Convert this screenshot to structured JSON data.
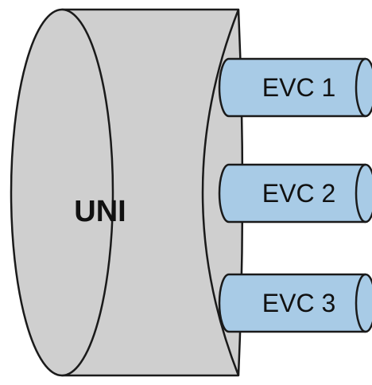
{
  "diagram": {
    "uni_label": "UNI",
    "evcs": [
      {
        "label": "EVC 1"
      },
      {
        "label": "EVC 2"
      },
      {
        "label": "EVC 3"
      }
    ]
  },
  "colors": {
    "uni_fill": "#cfcfcf",
    "evc_fill": "#a8cbe6",
    "stroke": "#1a1a1a",
    "background": "#ffffff"
  }
}
